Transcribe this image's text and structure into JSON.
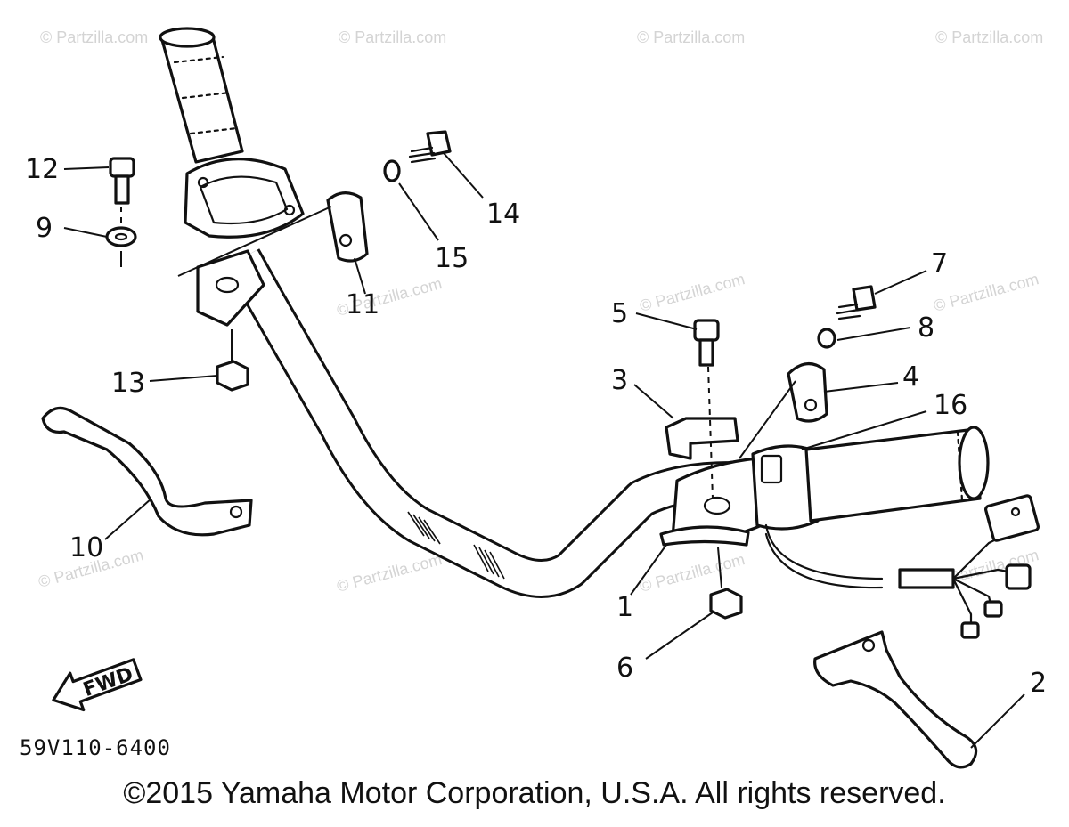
{
  "watermark": "© Partzilla.com",
  "callouts": [
    "1",
    "2",
    "3",
    "4",
    "5",
    "6",
    "7",
    "8",
    "9",
    "10",
    "11",
    "12",
    "13",
    "14",
    "15",
    "16"
  ],
  "fwd_label": "FWD",
  "drawing_number": "59V110-6400",
  "copyright": "©2015 Yamaha Motor Corporation, U.S.A. All rights reserved."
}
